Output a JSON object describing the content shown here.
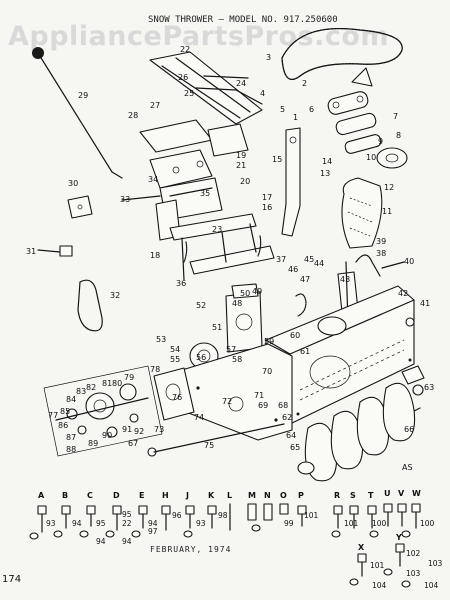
{
  "watermark": "AppliancePartsPros.com",
  "title": "SNOW THROWER — MODEL NO. 917.250600",
  "footer_date": "FEBRUARY, 1974",
  "page_number": "174",
  "region_tag": "AS",
  "callouts": {
    "c1": "1",
    "c2": "2",
    "c3": "3",
    "c4": "4",
    "c5": "5",
    "c6": "6",
    "c7": "7",
    "c8": "8",
    "c9": "9",
    "c10": "10",
    "c11": "11",
    "c12": "12",
    "c13": "13",
    "c14": "14",
    "c15": "15",
    "c16": "16",
    "c17": "17",
    "c18": "18",
    "c19": "19",
    "c20": "20",
    "c21": "21",
    "c22": "22",
    "c24": "24",
    "c25": "25",
    "c26": "26",
    "c27": "27",
    "c28": "28",
    "c29": "29",
    "c30": "30",
    "c31": "31",
    "c32": "32",
    "c33": "33",
    "c34": "34",
    "c35": "35",
    "c36": "36",
    "c37": "37",
    "c38": "38",
    "c39": "39",
    "c40": "40",
    "c41": "41",
    "c42": "42",
    "c43": "43",
    "c44": "44",
    "c46": "46",
    "c48": "48",
    "c49": "49",
    "c50": "50",
    "c51": "51",
    "c52": "52",
    "c53": "53",
    "c54": "54",
    "c55": "55",
    "c56": "56",
    "c57": "57",
    "c58": "58",
    "c59": "59",
    "c60": "60",
    "c61": "61",
    "c62": "62",
    "c63": "63",
    "c64": "64",
    "c65": "65",
    "c66": "66",
    "c67": "67",
    "c68": "68",
    "c69": "69",
    "c70": "70",
    "c71": "71",
    "c72": "72",
    "c73": "73",
    "c74": "74",
    "c75": "75",
    "c76": "76",
    "c77": "77",
    "c78": "78",
    "c79": "79",
    "c80": "80",
    "c81": "81",
    "c82": "82",
    "c83": "83",
    "c84": "84",
    "c85": "85",
    "c86": "86",
    "c87": "87",
    "c88": "88",
    "c89": "89",
    "c90": "90",
    "c91": "91",
    "c92": "92",
    "c23": "23",
    "c47": "47",
    "c45": "45"
  },
  "hardware_letters": [
    "A",
    "B",
    "C",
    "D",
    "E",
    "H",
    "J",
    "K",
    "L",
    "M",
    "N",
    "O",
    "P",
    "R",
    "S",
    "T",
    "U",
    "V",
    "W",
    "X",
    "Y"
  ],
  "hardware_refs": {
    "h93a": "93",
    "h94a": "94",
    "h95": "95",
    "h22": "22",
    "h95b": "95",
    "h94b": "94",
    "h96": "96",
    "h93b": "93",
    "h98": "98",
    "h99": "99",
    "h101a": "101",
    "h101b": "101",
    "h100a": "100",
    "h100b": "100",
    "h94c": "94",
    "h94d": "94",
    "h97": "97",
    "h102": "102",
    "h101c": "101",
    "h103a": "103",
    "h103b": "103",
    "h104a": "104",
    "h104b": "104"
  }
}
